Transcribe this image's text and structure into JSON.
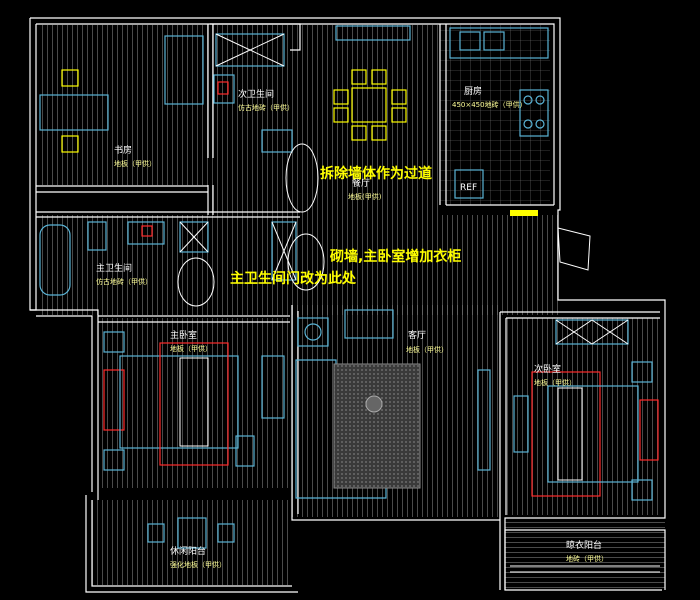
{
  "rooms": {
    "study": {
      "name": "书房",
      "floor": "地板（甲供）"
    },
    "second_bath": {
      "name": "次卫生间",
      "floor": "仿古地砖（甲供）"
    },
    "dining": {
      "name": "餐厅",
      "floor": "地板(甲供)"
    },
    "kitchen": {
      "name": "厨房",
      "floor": "450×450地砖（甲供）"
    },
    "master_bath": {
      "name": "主卫生间",
      "floor": "仿古地砖（甲供）"
    },
    "master_bed": {
      "name": "主卧室",
      "floor": "地板（甲供）"
    },
    "living": {
      "name": "客厅",
      "floor": "地板（甲供）"
    },
    "second_bed": {
      "name": "次卧室",
      "floor": "地板（甲供）"
    },
    "leisure_balcony": {
      "name": "休闲阳台",
      "floor": "强化地板（甲供）"
    },
    "laundry_balcony": {
      "name": "晾衣阳台",
      "floor": "地砖（甲供）"
    }
  },
  "fridge_label": "REF",
  "notes": {
    "remove_wall": "拆除墙体作为过道",
    "wardrobe": "砌墙,主卧室增加衣柜",
    "door_move": "主卫生间门改为此处"
  },
  "colors": {
    "wall": "#ffffff",
    "furniture": "#5ab4d6",
    "chairs": "#ffff00",
    "bed_frame": "#ff2a2a",
    "annotation": "#ffff00",
    "background": "#000000"
  }
}
